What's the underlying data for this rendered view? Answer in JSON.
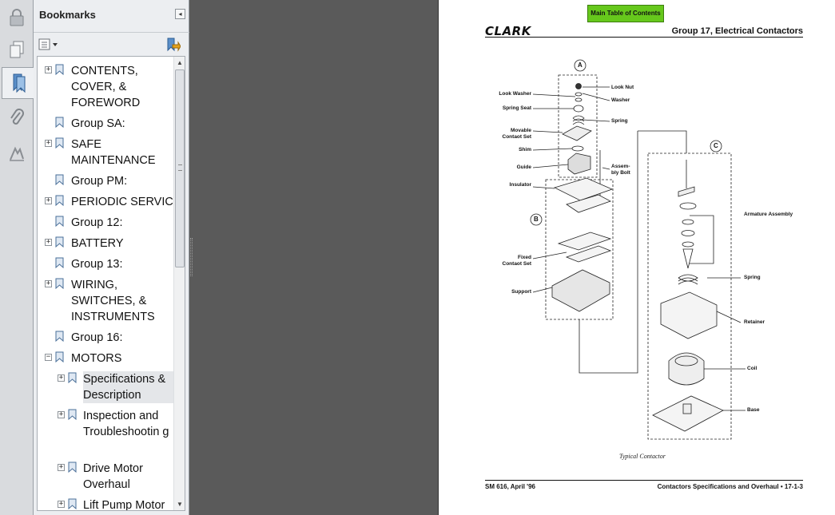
{
  "panel": {
    "title": "Bookmarks",
    "collapse_glyph": "◂",
    "options_icon": "bookmark-options-icon",
    "goto_icon": "expand-current-bookmark-icon"
  },
  "rail": [
    "lock-icon",
    "pages-icon",
    "bookmarks-icon",
    "attachments-icon",
    "signatures-icon"
  ],
  "bookmarks": [
    {
      "label": "CONTENTS, COVER, & FOREWORD",
      "expander": "+"
    },
    {
      "label": "Group SA:",
      "expander": ""
    },
    {
      "label": "SAFE MAINTENANCE",
      "expander": "+"
    },
    {
      "label": "Group PM:",
      "expander": ""
    },
    {
      "label": "PERIODIC SERVICE",
      "expander": "+"
    },
    {
      "label": "Group 12:",
      "expander": ""
    },
    {
      "label": "BATTERY",
      "expander": "+"
    },
    {
      "label": "Group 13:",
      "expander": ""
    },
    {
      "label": "WIRING, SWITCHES, & INSTRUMENTS",
      "expander": "+"
    },
    {
      "label": "Group 16:",
      "expander": ""
    },
    {
      "label": "MOTORS",
      "expander": "−"
    },
    {
      "label": "Specifications & Description",
      "expander": "+"
    },
    {
      "label": "Inspection and Troubleshootin g",
      "expander": "+"
    },
    {
      "label": "Drive Motor Overhaul",
      "expander": "+"
    },
    {
      "label": "Lift Pump Motor",
      "expander": "+"
    }
  ],
  "document": {
    "toc_button": "Main Table of Contents",
    "brand": "CLARK",
    "group_title": "Group 17, Electrical Contactors",
    "footer_left": "SM 616, April '96",
    "footer_right": "Contactors Specifications and Overhaul  •  17-1-3",
    "caption": "Typical Contactor",
    "callout_a": "A",
    "callout_b": "B",
    "callout_c": "C",
    "labels": {
      "look_nut": "Look Nut",
      "look_washer": "Look Washer",
      "washer": "Washer",
      "spring_seat": "Spring Seat",
      "spring_a": "Spring",
      "movable_1": "Movable",
      "movable_2": "Contaot Set",
      "shim": "Shim",
      "guide": "Guide",
      "assembly_bolt_1": "Assem-",
      "assembly_bolt_2": "bly Bolt",
      "insulator": "Insulator",
      "fixed_1": "Fixed",
      "fixed_2": "Contaot Set",
      "support": "Support",
      "armature": "Armature Assembly",
      "spring_c": "Spring",
      "retainer": "Retainer",
      "coil": "Coil",
      "base": "Base"
    }
  }
}
